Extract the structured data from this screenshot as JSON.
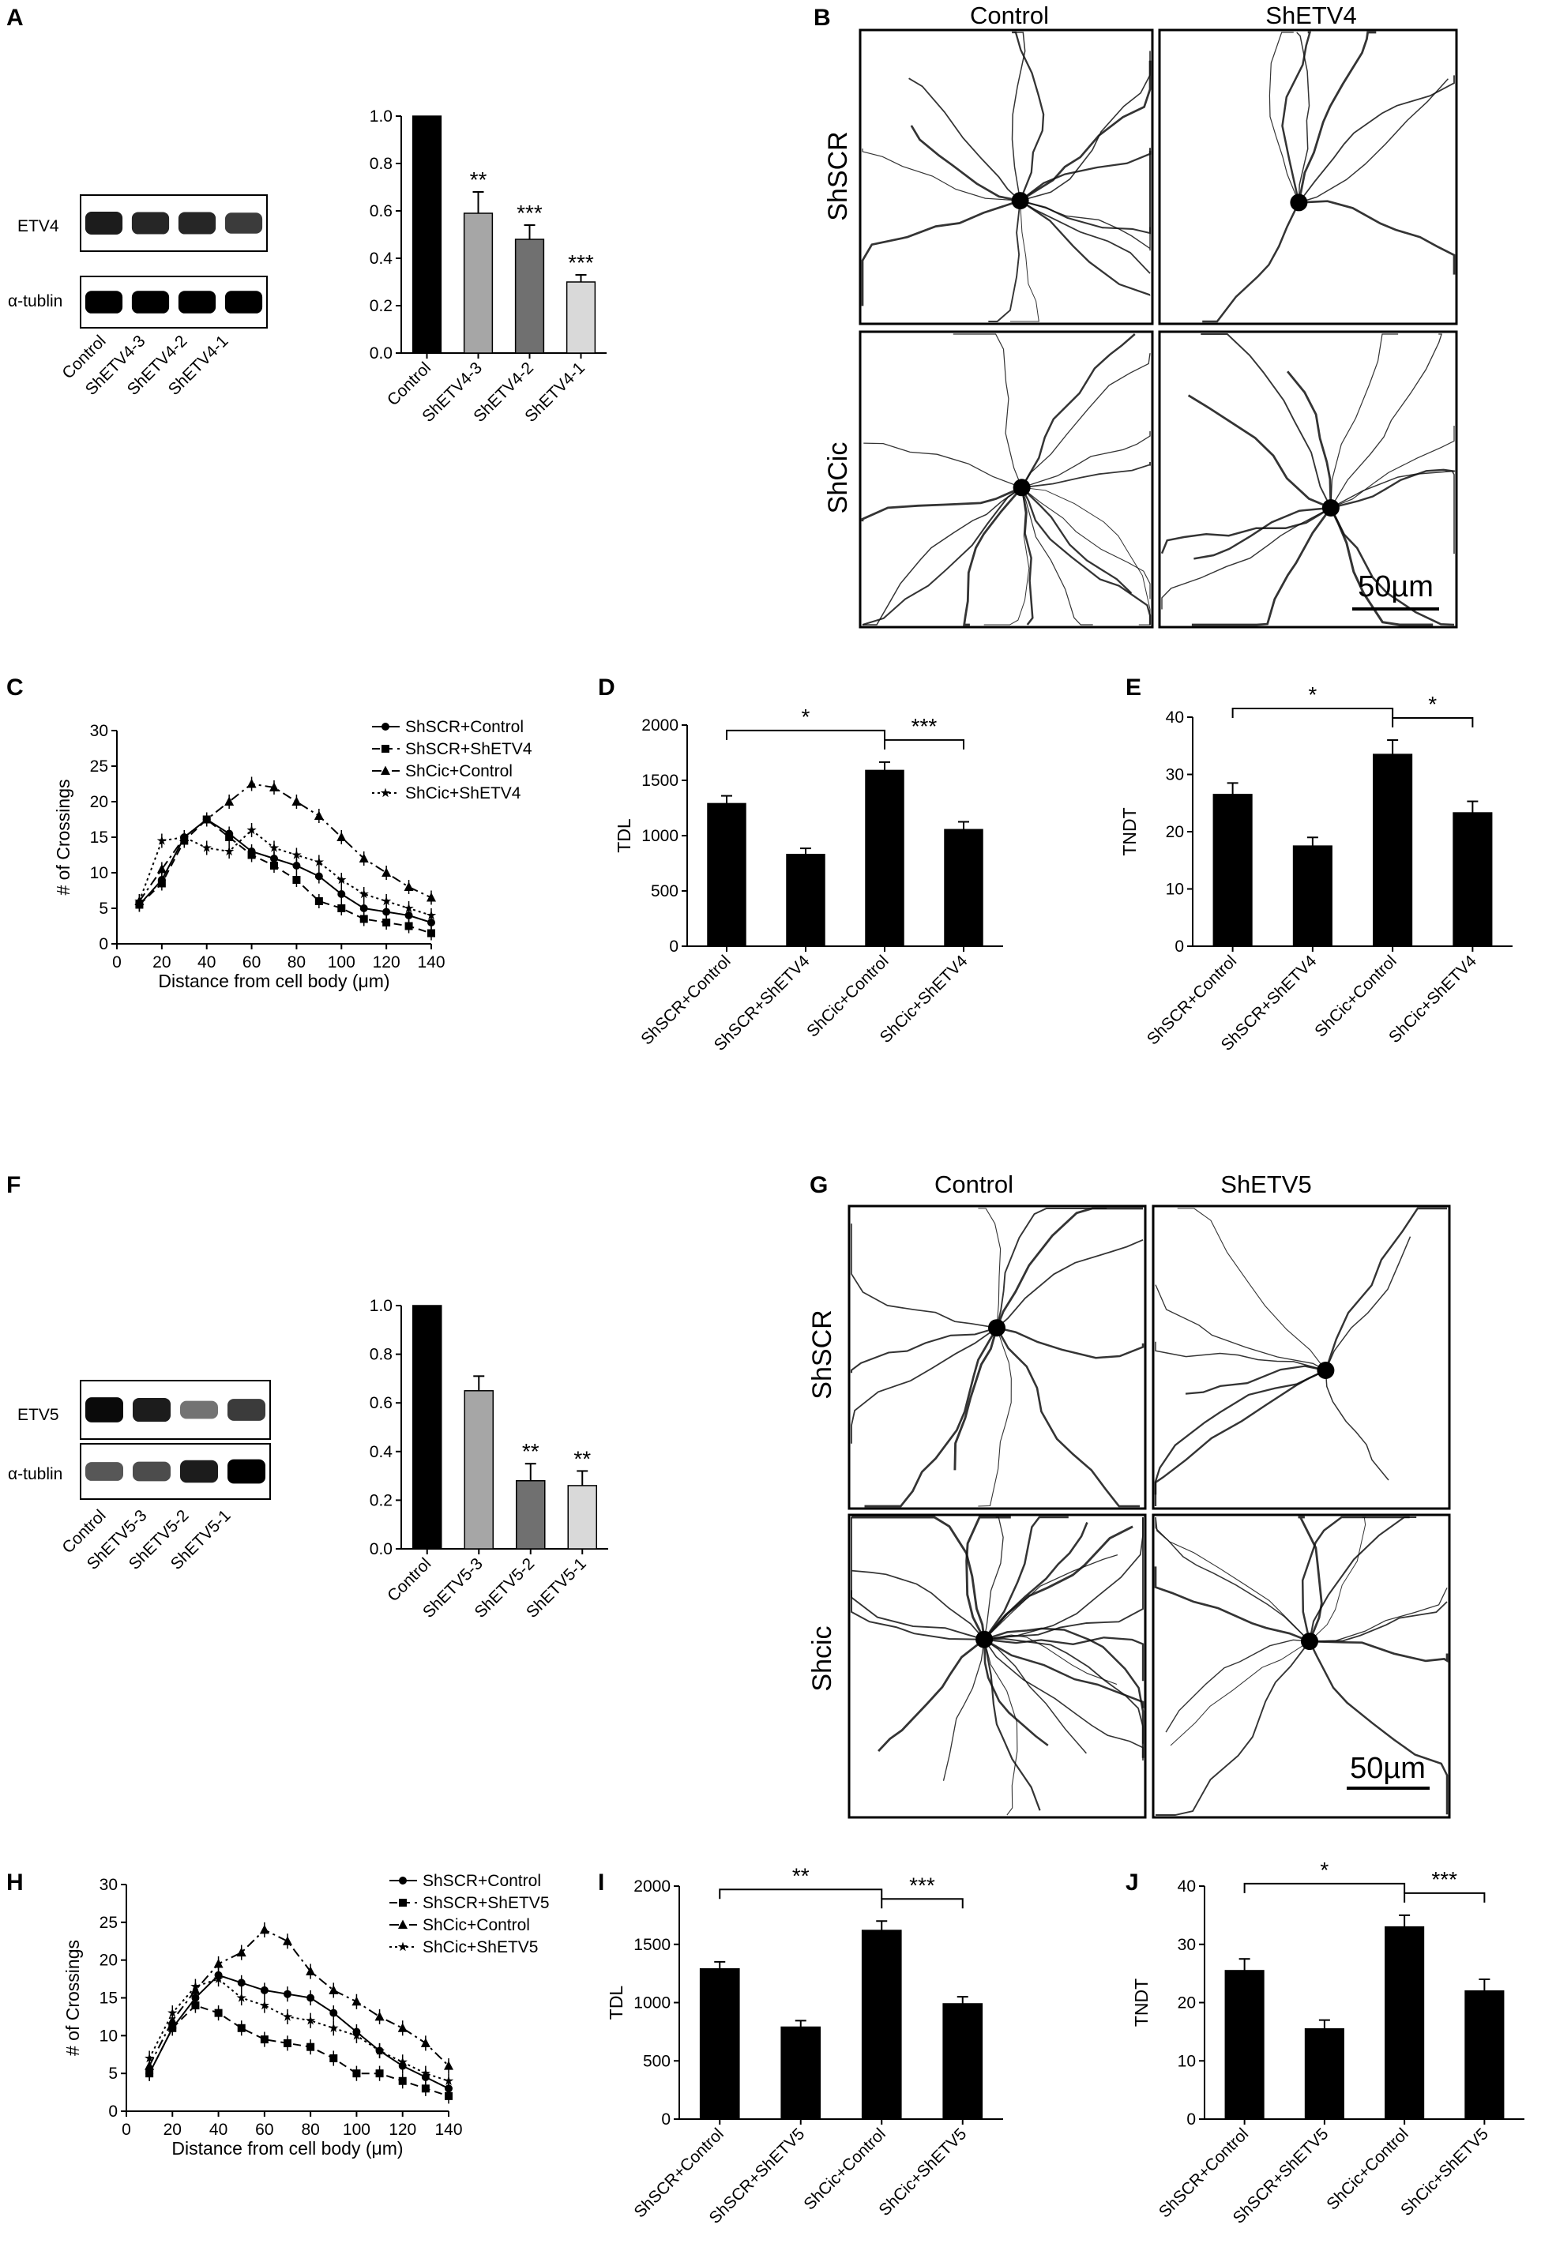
{
  "panels": {
    "A": {
      "letter": "A",
      "blot": {
        "bands": [
          "ETV4",
          "α-tublin"
        ],
        "lanes": [
          "Control",
          "ShETV4-3",
          "ShETV4-2",
          "ShETV4-1"
        ],
        "band_intensity": {
          "ETV4": [
            0.85,
            0.8,
            0.8,
            0.7
          ],
          "α-tublin": [
            1,
            1,
            1,
            1
          ]
        }
      }
    },
    "B": {
      "letter": "B",
      "columns": [
        "Control",
        "ShETV4"
      ],
      "rows": [
        "ShSCR",
        "ShCic"
      ],
      "scale_bar": "50µm"
    },
    "C": {
      "letter": "C"
    },
    "D": {
      "letter": "D"
    },
    "E": {
      "letter": "E"
    },
    "F": {
      "letter": "F",
      "blot": {
        "bands": [
          "ETV5",
          "α-tublin"
        ],
        "lanes": [
          "Control",
          "ShETV5-3",
          "ShETV5-2",
          "ShETV5-1"
        ],
        "band_intensity": {
          "ETV5": [
            0.95,
            0.85,
            0.4,
            0.7
          ],
          "α-tublin": [
            0.55,
            0.6,
            0.85,
            1
          ]
        }
      }
    },
    "G": {
      "letter": "G",
      "columns": [
        "Control",
        "ShETV5"
      ],
      "rows": [
        "ShSCR",
        "Shcic"
      ],
      "scale_bar": "50µm"
    },
    "H": {
      "letter": "H"
    },
    "I": {
      "letter": "I"
    },
    "J": {
      "letter": "J"
    }
  },
  "chart_data": [
    {
      "id": "A",
      "type": "bar",
      "categories": [
        "Control",
        "ShETV4-3",
        "ShETV4-2",
        "ShETV4-1"
      ],
      "values": [
        1.0,
        0.59,
        0.48,
        0.3
      ],
      "errors": [
        0,
        0.09,
        0.06,
        0.03
      ],
      "significance": [
        "",
        "**",
        "***",
        "***"
      ],
      "colors": [
        "#000000",
        "#a6a6a6",
        "#707070",
        "#d9d9d9"
      ],
      "ylim": [
        0,
        1.0
      ],
      "yticks": [
        "0.0",
        "0.2",
        "0.4",
        "0.6",
        "0.8",
        "1.0"
      ],
      "ylabel": ""
    },
    {
      "id": "C",
      "type": "line",
      "x": [
        10,
        20,
        30,
        40,
        50,
        60,
        70,
        80,
        90,
        100,
        110,
        120,
        130,
        140
      ],
      "series": [
        {
          "name": "ShSCR+Control",
          "marker": "circle",
          "dash": "solid",
          "values": [
            5.5,
            9,
            15,
            17.5,
            15.5,
            13,
            12,
            11,
            9.5,
            7,
            5,
            4.5,
            4,
            3
          ]
        },
        {
          "name": "ShSCR+ShETV4",
          "marker": "square",
          "dash": "dashed",
          "values": [
            5.5,
            8.5,
            14.5,
            17.5,
            15,
            12.5,
            11,
            9,
            6,
            5,
            3.5,
            3,
            2.5,
            1.5
          ]
        },
        {
          "name": "ShCic+Control",
          "marker": "triangle",
          "dash": "dashdot",
          "values": [
            6,
            10.5,
            15,
            17.5,
            20,
            22.5,
            22,
            20,
            18,
            15,
            12,
            10,
            8,
            6.5
          ]
        },
        {
          "name": "ShCic+ShETV4",
          "marker": "star",
          "dash": "dotted",
          "values": [
            6,
            14.5,
            15,
            13.5,
            13,
            16,
            13.5,
            12.5,
            11.5,
            9,
            7,
            6,
            5,
            4
          ]
        }
      ],
      "errors": 1,
      "xlim": [
        0,
        140
      ],
      "ylim": [
        0,
        30
      ],
      "xticks": [
        "0",
        "20",
        "40",
        "60",
        "80",
        "100",
        "120",
        "140"
      ],
      "yticks": [
        "0",
        "5",
        "10",
        "15",
        "20",
        "25",
        "30"
      ],
      "xlabel": "Distance from cell body (μm)",
      "ylabel": "# of Crossings",
      "legend": "top-right"
    },
    {
      "id": "D",
      "type": "bar",
      "categories": [
        "ShSCR+Control",
        "ShSCR+ShETV4",
        "ShCic+Control",
        "ShCic+ShETV4"
      ],
      "values": [
        1290,
        830,
        1590,
        1055
      ],
      "errors": [
        70,
        55,
        75,
        70
      ],
      "ylim": [
        0,
        2000
      ],
      "yticks": [
        "0",
        "500",
        "1000",
        "1500",
        "2000"
      ],
      "ylabel": "TDL",
      "comparisons": [
        {
          "from": 0,
          "to": 2,
          "label": "*"
        },
        {
          "from": 2,
          "to": 3,
          "label": "***"
        }
      ]
    },
    {
      "id": "E",
      "type": "bar",
      "categories": [
        "ShSCR+Control",
        "ShSCR+ShETV4",
        "ShCic+Control",
        "ShCic+ShETV4"
      ],
      "values": [
        26.5,
        17.5,
        33.5,
        23.3
      ],
      "errors": [
        2,
        1.5,
        2.5,
        2
      ],
      "ylim": [
        0,
        40
      ],
      "yticks": [
        "0",
        "10",
        "20",
        "30",
        "40"
      ],
      "ylabel": "TNDT",
      "comparisons": [
        {
          "from": 0,
          "to": 2,
          "label": "*"
        },
        {
          "from": 2,
          "to": 3,
          "label": "*"
        }
      ]
    },
    {
      "id": "F",
      "type": "bar",
      "categories": [
        "Control",
        "ShETV5-3",
        "ShETV5-2",
        "ShETV5-1"
      ],
      "values": [
        1.0,
        0.65,
        0.28,
        0.26
      ],
      "errors": [
        0,
        0.06,
        0.07,
        0.06
      ],
      "significance": [
        "",
        "",
        "**",
        "**"
      ],
      "colors": [
        "#000000",
        "#a6a6a6",
        "#707070",
        "#d9d9d9"
      ],
      "ylim": [
        0,
        1.0
      ],
      "yticks": [
        "0.0",
        "0.2",
        "0.4",
        "0.6",
        "0.8",
        "1.0"
      ],
      "ylabel": ""
    },
    {
      "id": "H",
      "type": "line",
      "x": [
        10,
        20,
        30,
        40,
        50,
        60,
        70,
        80,
        90,
        100,
        110,
        120,
        130,
        140
      ],
      "series": [
        {
          "name": "ShSCR+Control",
          "marker": "circle",
          "dash": "solid",
          "values": [
            5,
            11,
            15,
            18,
            17,
            16,
            15.5,
            15,
            13,
            10.5,
            8,
            6,
            4.5,
            3
          ]
        },
        {
          "name": "ShSCR+ShETV5",
          "marker": "square",
          "dash": "dashed",
          "values": [
            5,
            11,
            14,
            13,
            11,
            9.5,
            9,
            8.5,
            7,
            5,
            5,
            4,
            3,
            2
          ]
        },
        {
          "name": "ShCic+Control",
          "marker": "triangle",
          "dash": "dashdot",
          "values": [
            6,
            12,
            16,
            19.5,
            21,
            24,
            22.5,
            18.5,
            16,
            14.5,
            12.5,
            11,
            9,
            6
          ]
        },
        {
          "name": "ShCic+ShETV5",
          "marker": "star",
          "dash": "dotted",
          "values": [
            7,
            13,
            16.5,
            17.5,
            15,
            14,
            12.5,
            12,
            11,
            10,
            8,
            6.5,
            5,
            4
          ]
        }
      ],
      "errors": 1,
      "xlim": [
        0,
        140
      ],
      "ylim": [
        0,
        30
      ],
      "xticks": [
        "0",
        "20",
        "40",
        "60",
        "80",
        "100",
        "120",
        "140"
      ],
      "yticks": [
        "0",
        "5",
        "10",
        "15",
        "20",
        "25",
        "30"
      ],
      "xlabel": "Distance from cell body (μm)",
      "ylabel": "# of Crossings",
      "legend": "top-right"
    },
    {
      "id": "I",
      "type": "bar",
      "categories": [
        "ShSCR+Control",
        "ShSCR+ShETV5",
        "ShCic+Control",
        "ShCic+ShETV5"
      ],
      "values": [
        1290,
        790,
        1620,
        990
      ],
      "errors": [
        60,
        55,
        80,
        60
      ],
      "ylim": [
        0,
        2000
      ],
      "yticks": [
        "0",
        "500",
        "1000",
        "1500",
        "2000"
      ],
      "ylabel": "TDL",
      "comparisons": [
        {
          "from": 0,
          "to": 2,
          "label": "**"
        },
        {
          "from": 2,
          "to": 3,
          "label": "***"
        }
      ]
    },
    {
      "id": "J",
      "type": "bar",
      "categories": [
        "ShSCR+Control",
        "ShSCR+ShETV5",
        "ShCic+Control",
        "ShCic+ShETV5"
      ],
      "values": [
        25.5,
        15.5,
        33,
        22
      ],
      "errors": [
        2,
        1.5,
        2,
        2
      ],
      "ylim": [
        0,
        40
      ],
      "yticks": [
        "0",
        "10",
        "20",
        "30",
        "40"
      ],
      "ylabel": "TNDT",
      "comparisons": [
        {
          "from": 0,
          "to": 2,
          "label": "*"
        },
        {
          "from": 2,
          "to": 3,
          "label": "***"
        }
      ]
    }
  ]
}
